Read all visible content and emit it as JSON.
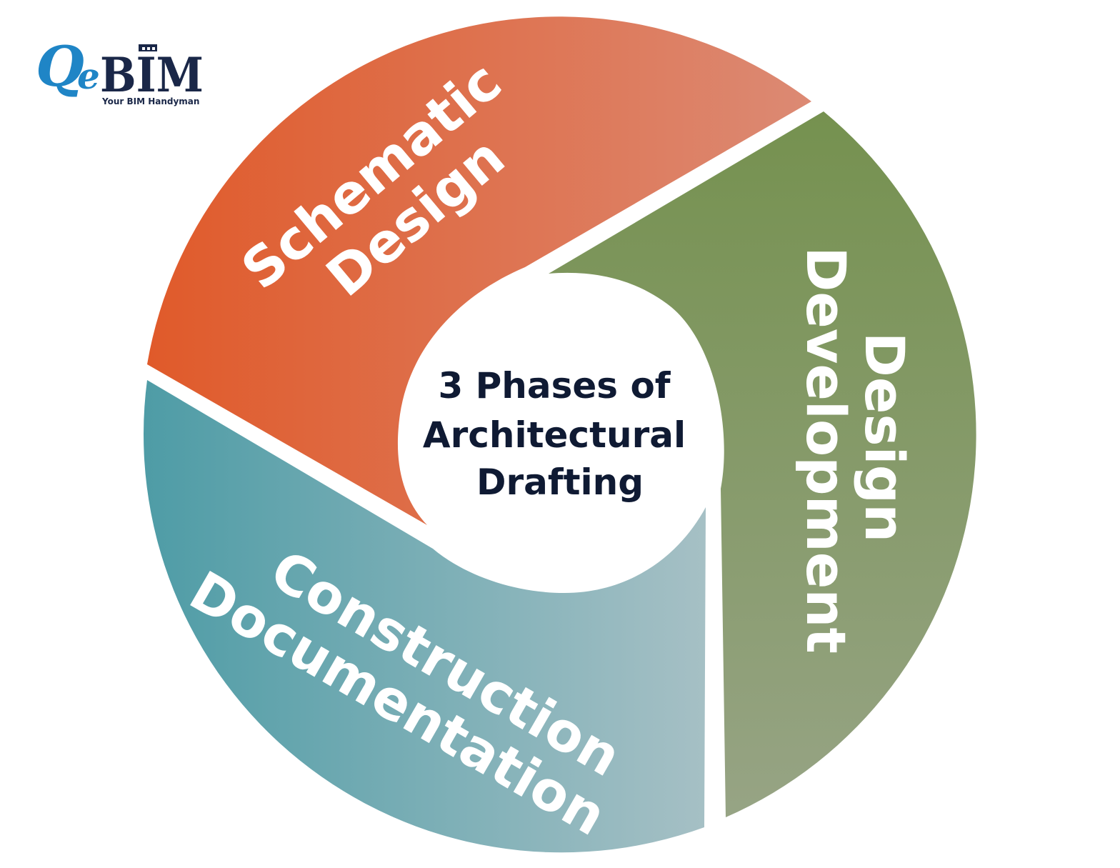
{
  "logo": {
    "brand_q": "Q",
    "brand_e": "e",
    "brand_bim": "BIM",
    "tagline": "Your BIM Handyman"
  },
  "center": {
    "line1": "3 Phases of",
    "line2": "Architectural",
    "line3": "Drafting"
  },
  "segments": [
    {
      "name": "schematic-design",
      "line1": "Schematic",
      "line2": "Design",
      "color_start": "#e05a2a",
      "color_end": "#dc8a74"
    },
    {
      "name": "design-development",
      "line1": "Design",
      "line2": "Development",
      "color_start": "#75914f",
      "color_end": "#97a485"
    },
    {
      "name": "construction-documentation",
      "line1": "Construction",
      "line2": "Documentation",
      "color_start": "#4e9ca6",
      "color_end": "#a6c0c5"
    }
  ],
  "colors": {
    "center_text": "#0f1a33",
    "logo_blue": "#1f85c6",
    "logo_navy": "#1a2748"
  }
}
